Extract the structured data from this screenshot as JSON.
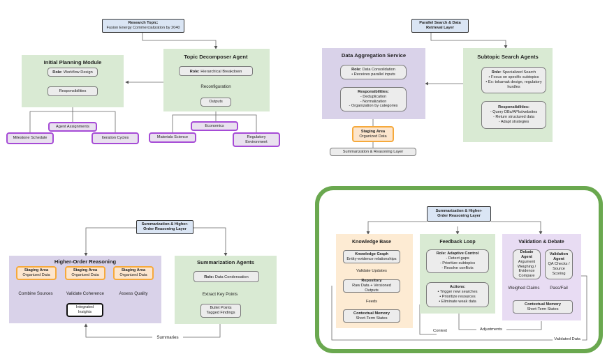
{
  "q1": {
    "topic_title": "Research Topic:",
    "topic_sub": "Fusion Energy Commercialization by 2040",
    "planning_title": "Initial Planning Module",
    "planning_role_label": "Role:",
    "planning_role": "Workflow Design",
    "responsibilities": "Responsibilities",
    "agent_assignments": "Agent Assignments",
    "milestone": "Milestone Schedule",
    "iteration": "Iteration Cycles",
    "decomposer_title": "Topic Decomposer Agent",
    "decomposer_role_label": "Role:",
    "decomposer_role": "Hierarchical Breakdown",
    "reconfiguration": "Reconfiguration",
    "outputs": "Outputs",
    "economics": "Economics",
    "materials": "Materials Science",
    "regulatory": "Regulatory Environment"
  },
  "q2": {
    "layer_title": "Parallel Search & Data Retrieval Layer",
    "aggregation_title": "Data Aggregation Service",
    "agg_role_label": "Role:",
    "agg_role": "Data Consolidation",
    "agg_role_sub": "• Receives parallel inputs",
    "agg_resp_title": "Responsibilities:",
    "agg_resp_items": [
      "- Deduplication",
      "- Normalization",
      "- Organization by categories"
    ],
    "staging_title": "Staging Area",
    "staging_sub": "Organized Data",
    "summ_layer": "Summarization & Reasoning Layer",
    "subtopic_title": "Subtopic Search Agents",
    "sub_role_label": "Role:",
    "sub_role": "Specialized Search",
    "sub_role_items": [
      "• Focus on specific subtopics",
      "• Ex: tokamak design, regulatory hurdles"
    ],
    "sub_resp_title": "Responsibilities:",
    "sub_resp_items": [
      "- Query DBs/APIs/websites",
      "- Return structured data",
      "- Adapt strategies"
    ]
  },
  "q3": {
    "layer_title": "Summarization & Higher-Order Reasoning Layer",
    "hor_title": "Higher-Order Reasoning",
    "staging_title": "Staging Area",
    "staging_sub": "Organized Data",
    "combine": "Combine Sources",
    "validate": "Validate Coherence",
    "assess": "Assess Quality",
    "integrated": "Integrated Insights",
    "agents_title": "Summarization Agents",
    "role_label": "Role:",
    "role": "Data Condensation",
    "extract": "Extract Key Points",
    "bullet": "Bullet Points",
    "tagged": "Tagged Findings",
    "summaries": "Summaries"
  },
  "q4": {
    "layer_title": "Summarization & Higher-Order Reasoning Layer",
    "kb_title": "Knowledge Base",
    "kg_title": "Knowledge Graph",
    "kg_sub": "Entity-evidence relationships",
    "validate_updates": "Validate Updates",
    "repo_title": "Repository",
    "repo_sub": "Raw Data + Versioned Outputs",
    "feeds": "Feeds",
    "cm_title": "Contextual Memory",
    "cm_sub": "Short-Term States",
    "fl_title": "Feedback Loop",
    "ac_label": "Role:",
    "ac_title": "Adaptive Control",
    "ac_items": [
      "- Detect gaps",
      "- Prioritize subtopics",
      "- Resolve conflicts"
    ],
    "actions_title": "Actions:",
    "actions_items": [
      "• Trigger new searches",
      "• Prioritize resources",
      "• Eliminate weak data"
    ],
    "vd_title": "Validation & Debate",
    "debate_title": "Debate Agent",
    "debate_sub": "Argument Weighing / Evidence Compare",
    "va_title": "Validation Agent",
    "va_sub": "QA Checks / Source Scoring",
    "weighed": "Weighed Claims",
    "passfail": "Pass/Fail",
    "vcm_title": "Contextual Memory",
    "vcm_sub": "Short-Term States",
    "context": "Context",
    "adjustments": "Adjustments",
    "validated": "Validated Data"
  }
}
